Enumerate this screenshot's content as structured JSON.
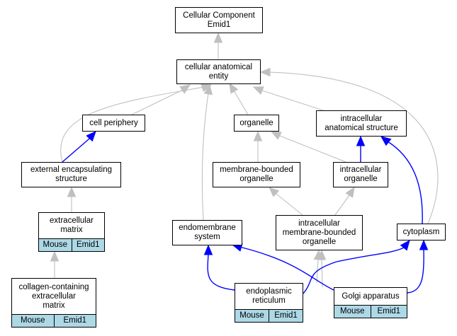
{
  "nodes": [
    {
      "id": "cc",
      "label": "Cellular Component\nEmid1"
    },
    {
      "id": "cae",
      "label": "cellular anatomical\nentity"
    },
    {
      "id": "cp",
      "label": "cell periphery"
    },
    {
      "id": "org",
      "label": "organelle"
    },
    {
      "id": "ias",
      "label": "intracellular\nanatomical structure"
    },
    {
      "id": "ecs",
      "label": "external encapsulating\nstructure"
    },
    {
      "id": "mbo",
      "label": "membrane-bounded\norganelle"
    },
    {
      "id": "io",
      "label": "intracellular\norganelle"
    },
    {
      "id": "em",
      "label": "extracellular\nmatrix",
      "annotations": [
        "Mouse",
        "Emid1"
      ]
    },
    {
      "id": "es",
      "label": "endomembrane\nsystem"
    },
    {
      "id": "imbo",
      "label": "intracellular\nmembrane-bounded\norganelle"
    },
    {
      "id": "cyto",
      "label": "cytoplasm"
    },
    {
      "id": "ccem",
      "label": "collagen-containing\nextracellular\nmatrix",
      "annotations": [
        "Mouse",
        "Emid1"
      ]
    },
    {
      "id": "er",
      "label": "endoplasmic\nreticulum",
      "annotations": [
        "Mouse",
        "Emid1"
      ]
    },
    {
      "id": "golgi",
      "label": "Golgi apparatus",
      "annotations": [
        "Mouse",
        "Emid1"
      ]
    }
  ],
  "edges": [
    {
      "from": "cae",
      "to": "cc",
      "relation": "is_a"
    },
    {
      "from": "cp",
      "to": "cae",
      "relation": "is_a"
    },
    {
      "from": "org",
      "to": "cae",
      "relation": "is_a"
    },
    {
      "from": "ias",
      "to": "cae",
      "relation": "is_a"
    },
    {
      "from": "ecs",
      "to": "cae",
      "relation": "is_a"
    },
    {
      "from": "es",
      "to": "cae",
      "relation": "is_a"
    },
    {
      "from": "cyto",
      "to": "cae",
      "relation": "is_a"
    },
    {
      "from": "ecs",
      "to": "cp",
      "relation": "part_of"
    },
    {
      "from": "mbo",
      "to": "org",
      "relation": "is_a"
    },
    {
      "from": "io",
      "to": "org",
      "relation": "is_a"
    },
    {
      "from": "io",
      "to": "ias",
      "relation": "part_of"
    },
    {
      "from": "cyto",
      "to": "ias",
      "relation": "part_of"
    },
    {
      "from": "em",
      "to": "ecs",
      "relation": "is_a"
    },
    {
      "from": "imbo",
      "to": "mbo",
      "relation": "is_a"
    },
    {
      "from": "imbo",
      "to": "io",
      "relation": "is_a"
    },
    {
      "from": "ccem",
      "to": "em",
      "relation": "is_a"
    },
    {
      "from": "er",
      "to": "imbo",
      "relation": "is_a"
    },
    {
      "from": "golgi",
      "to": "imbo",
      "relation": "is_a"
    },
    {
      "from": "er",
      "to": "es",
      "relation": "part_of"
    },
    {
      "from": "golgi",
      "to": "es",
      "relation": "part_of"
    },
    {
      "from": "er",
      "to": "cyto",
      "relation": "part_of"
    },
    {
      "from": "golgi",
      "to": "cyto",
      "relation": "part_of"
    }
  ],
  "colors": {
    "is_a": "#c0c0c0",
    "part_of": "#0000ff",
    "annotation": "#add8e6"
  }
}
